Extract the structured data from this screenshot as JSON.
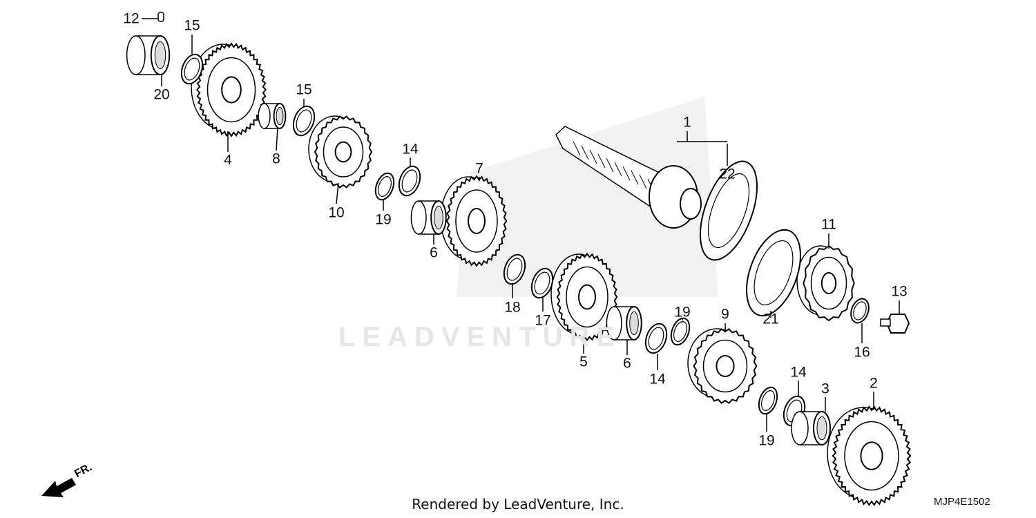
{
  "diagram": {
    "callouts": [
      "12",
      "15",
      "20",
      "4",
      "15",
      "8",
      "14",
      "10",
      "19",
      "7",
      "6",
      "1",
      "22",
      "11",
      "18",
      "17",
      "5",
      "6",
      "19",
      "14",
      "9",
      "21",
      "13",
      "16",
      "14",
      "3",
      "2",
      "19"
    ],
    "watermark": "LEADVENTURE",
    "direction_label": "FR.",
    "footer": "Rendered by LeadVenture, Inc.",
    "diagram_code": "MJP4E1502"
  }
}
